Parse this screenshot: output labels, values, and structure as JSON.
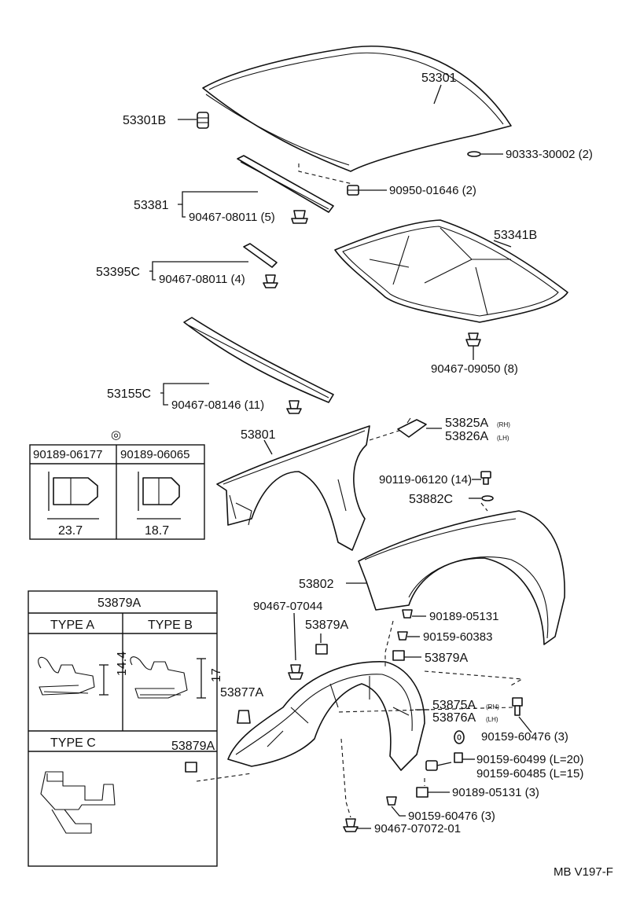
{
  "labels": {
    "hood": "53301",
    "hood_cushion": "53301B",
    "hood_plug": "90333-30002 (2)",
    "hood_nut": "90950-01646 (2)",
    "hood_seal_front": "53381",
    "hood_seal_front_clip": "90467-08011 (5)",
    "hood_insulator": "53341B",
    "insulator_clip": "90467-09050 (8)",
    "seal_side": "53395C",
    "seal_side_clip": "90467-08011 (4)",
    "seal_rear": "53155C",
    "seal_rear_clip": "90467-08146 (11)",
    "fender_lh": "53801",
    "fender_bracket_rh": "53825A",
    "fender_bracket_rh_sub": "(RH)",
    "fender_bracket_lh": "53826A",
    "fender_bracket_lh_sub": "(LH)",
    "fender_bolt": "90119-06120 (14)",
    "fender_cushion": "53882C",
    "fender_rh": "53802",
    "liner_clip_top": "90467-07044",
    "liner_clip_a1": "53879A",
    "liner_clip_a2": "53879A",
    "liner_clip_a3": "53879A",
    "liner_clip_b": "53877A",
    "screw_1": "90189-05131",
    "screw_2": "90159-60383",
    "liner_rh": "53875A",
    "liner_rh_sub": "(RH)",
    "liner_lh": "53876A",
    "liner_lh_sub": "(LH)",
    "screw_3": "90159-60476 (3)",
    "screw_4": "90159-60499 (L=20)",
    "screw_5": "90159-60485 (L=15)",
    "screw_6": "90189-05131 (3)",
    "screw_7": "90159-60476 (3)",
    "clip_bottom": "90467-07072-01",
    "footer_code": "MB V197-F"
  },
  "inset_clips": {
    "marker": "◎",
    "left_part": "90189-06177",
    "right_part": "90189-06065",
    "left_dim": "23.7",
    "right_dim": "18.7"
  },
  "inset_types": {
    "title": "53879A",
    "type_a": "TYPE A",
    "type_b": "TYPE B",
    "type_c": "TYPE C",
    "dim_a": "14.4",
    "dim_b": "17"
  }
}
